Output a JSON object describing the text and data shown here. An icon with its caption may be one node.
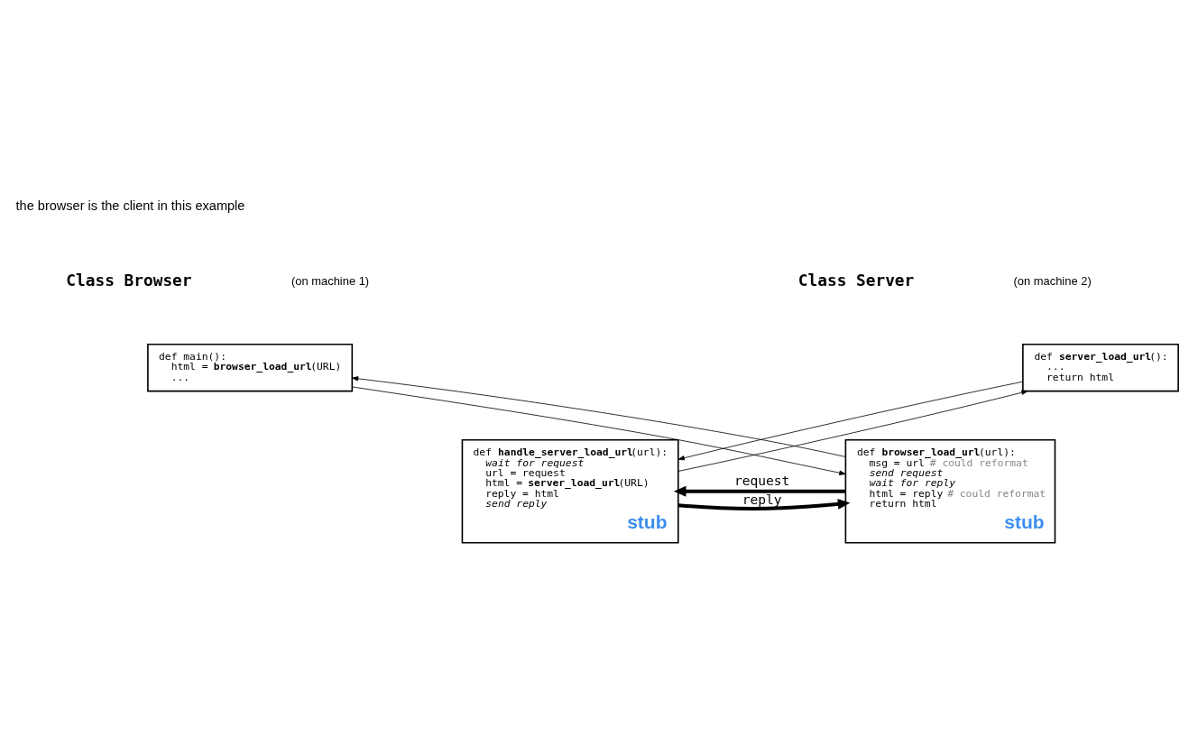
{
  "diagram": {
    "nodes": [
      {
        "text": [
          "def main():",
          "  html = **browser_load_url**(URL)",
          "  ..."
        ]
      },
      {
        "text": [
          "def **server_load_url**():",
          "  ...",
          "  return html"
        ]
      },
      {
        "text": [
          "def **browser_load_url**(url):",
          "  msg = url # could reformat",
          "  *send request*",
          "  *wait for reply*",
          "  html = reply # could reformat",
          "  return html",
          "stub"
        ]
      },
      {
        "text": [
          "def **handle_server_load_url**(url):",
          "  *wait for request*",
          "  url = request",
          "  html = **server_load_url**(URL)",
          "  reply = html",
          "  *send reply*",
          "stub"
        ]
      }
    ],
    "edges": [
      {
        "from": 0,
        "to": 2,
        "arrow": "to"
      },
      {
        "from": 2,
        "to": 0,
        "arrow": "to"
      },
      {
        "from": 3,
        "to": 1,
        "arrow": "to"
      },
      {
        "from": 1,
        "to": 3,
        "arrow": "to"
      },
      {
        "from": 2,
        "to": 3,
        "arrow": "to",
        "label": "request",
        "style": "thick"
      },
      {
        "from": 3,
        "to": 2,
        "arrow": "to",
        "label": "reply",
        "style": "thick"
      }
    ],
    "labels": [
      "the browser is the client in this example",
      "Class Browser",
      "(on machine 1)",
      "Class Server",
      "(on machine 2)"
    ]
  }
}
